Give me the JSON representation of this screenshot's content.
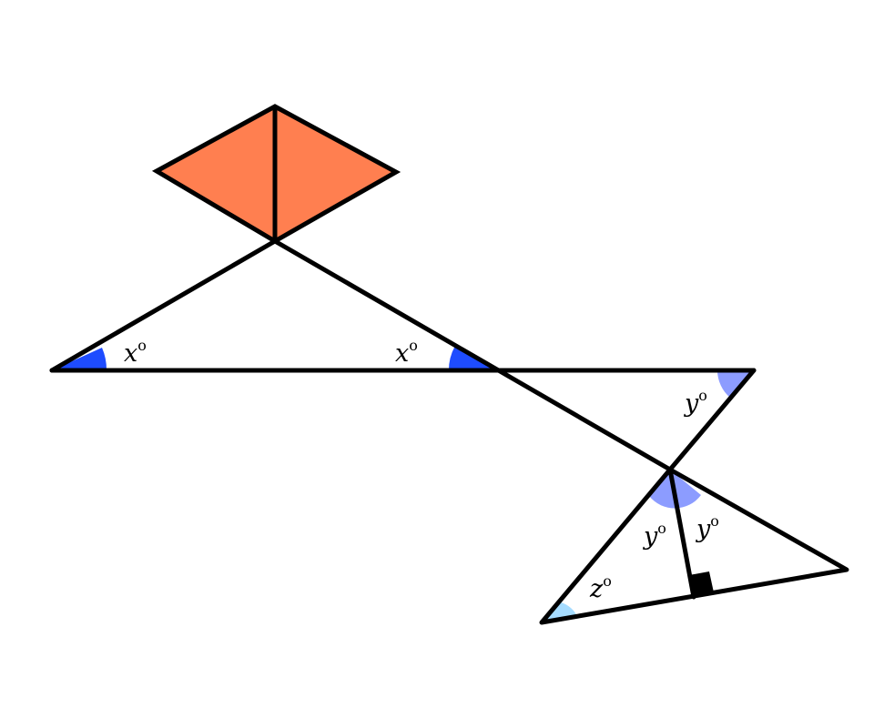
{
  "colors": {
    "kite_fill": "#ff7f50",
    "angle_x_fill": "#1e4cff",
    "angle_y_fill": "#8c9cff",
    "angle_z_fill": "#a6dcff",
    "stroke": "#000000",
    "background": "#ffffff"
  },
  "labels": {
    "x_left": {
      "var": "x",
      "deg": "o"
    },
    "x_right": {
      "var": "x",
      "deg": "o"
    },
    "y_top": {
      "var": "y",
      "deg": "o"
    },
    "y_left": {
      "var": "y",
      "deg": "o"
    },
    "y_right": {
      "var": "y",
      "deg": "o"
    },
    "z": {
      "var": "z",
      "deg": "o"
    }
  }
}
